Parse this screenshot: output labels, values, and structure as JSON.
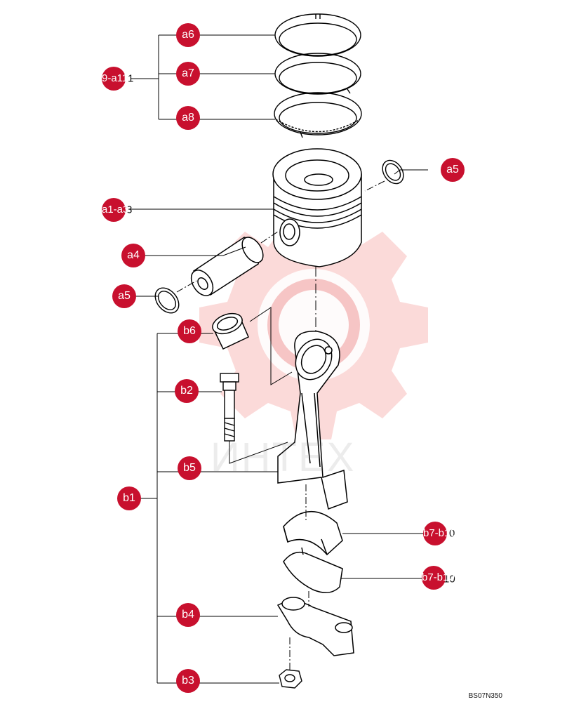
{
  "diagram": {
    "code": "BS07N350",
    "watermark_text": "ИНТЕХ",
    "colors": {
      "callout": "#c8102e",
      "line": "#000000",
      "watermark": "#f2a0a0"
    },
    "callouts": {
      "a6": "a6",
      "a7": "a7",
      "a8": "a8",
      "a9_a11": "9-a11",
      "a1_a3": "a1-a3",
      "a5_top": "a5",
      "a4": "a4",
      "a5_left": "a5",
      "b6": "b6",
      "b2": "b2",
      "b5": "b5",
      "b1": "b1",
      "b4": "b4",
      "b3": "b3",
      "b7_upper": "b7-b10",
      "b7_lower": "b7-b10"
    },
    "ref_text": {
      "a9_a11": "1",
      "a1_a3": "3",
      "b7_upper": "0",
      "b7_lower": "10"
    }
  }
}
